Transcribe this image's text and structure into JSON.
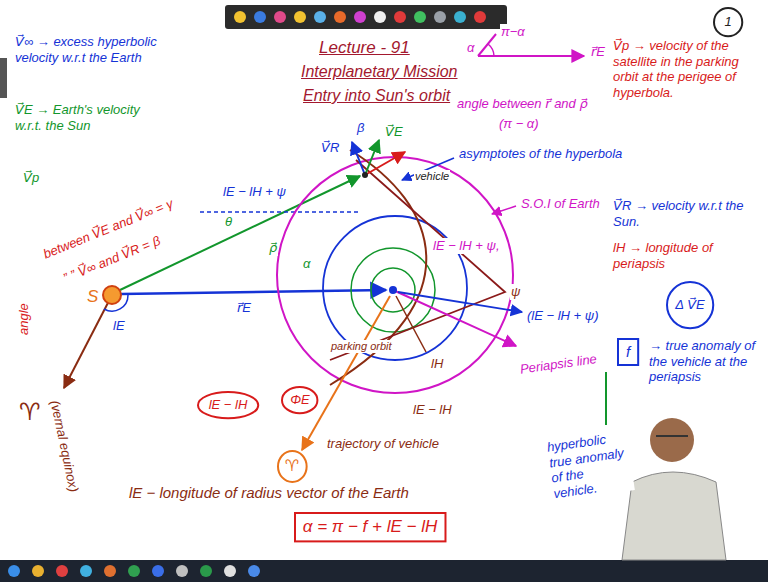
{
  "diagram": {
    "title": "Lecture - 91",
    "nodes": [
      {
        "text": [
          "1"
        ]
      },
      {
        "text": [
          "Δ V⃗E"
        ]
      },
      {
        "text": [
          "f"
        ]
      },
      {
        "text": [
          "lE − lH"
        ]
      },
      {
        "text": [
          "ΦE"
        ]
      },
      {
        "text": [
          "♈"
        ]
      },
      {
        "text": [
          "α = π − f + lE − lH"
        ]
      }
    ],
    "labels": [
      "Interplanetary Mission",
      "Entry into Sun's orbit",
      "V⃗∞ → excess hyperbolic velocity w.r.t the Earth",
      "V⃗E → Earth's velocity w.r.t. the Sun",
      "V⃗p",
      "angle",
      "between V⃗E and V⃗∞ = γ",
      "” ” V⃗∞ and V⃗R = β",
      "S",
      "lE",
      "♈",
      "(vernal equinox)",
      "lE − longitude of radius vector of the Earth",
      "θ",
      "lE − lH + ψ",
      "ρ⃗",
      "α",
      "r⃗E",
      "V⃗R",
      "β",
      "V⃗E",
      "vehicle",
      "lE − lH + ψ,",
      "ψ",
      "parking orbit",
      "lH",
      "lE − lH",
      "trajectory of vehicle",
      "α",
      "π−α",
      "r⃗E",
      "angle between r⃗ and ρ⃗",
      "(π − α)",
      "asymptotes of the hyperbola",
      "S.O.I of Earth",
      "V⃗p → velocity of the satellite in the parking orbit at the perigee of hyperbola.",
      "V⃗R → velocity w.r.t the Sun.",
      "lH → longitude of periapsis",
      "(lE − lH + ψ)",
      "→ true anomaly of the vehicle at the periapsis",
      "Periapsis line",
      "hyperbolic true anomaly of the vehicle."
    ]
  }
}
